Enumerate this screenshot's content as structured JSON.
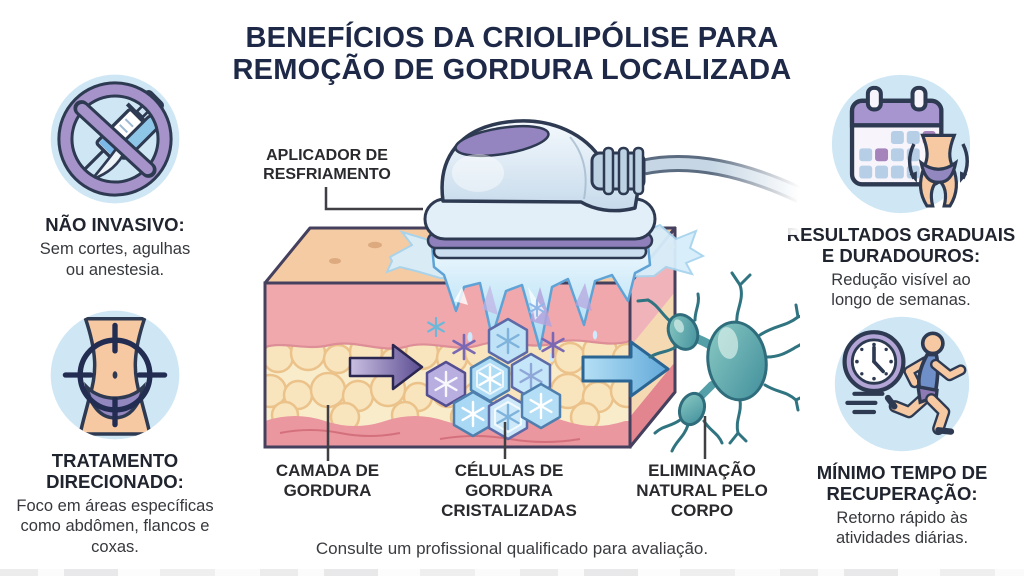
{
  "title": "BENEFÍCIOS DA CRIOLIPÓLISE PARA\nREMOÇÃO DE GORDURA LOCALIZADA",
  "benefits": [
    {
      "heading": "NÃO INVASIVO:",
      "body": "Sem cortes, agulhas\nou anestesia.",
      "icon": "no-needles-scalpel-icon"
    },
    {
      "heading": "TRATAMENTO\nDIRECIONADO:",
      "body": "Foco em áreas específicas\ncomo abdômen, flancos e\ncoxas.",
      "icon": "target-abdomen-icon"
    },
    {
      "heading": "RESULTADOS GRADUAIS\nE DURADOUROS:",
      "body": "Redução visível ao\nlongo de semanas.",
      "icon": "calendar-progress-icon"
    },
    {
      "heading": "MÍNIMO TEMPO DE\nRECUPERAÇÃO:",
      "body": "Retorno rápido às\natividades diárias.",
      "icon": "clock-runner-icon"
    }
  ],
  "diagram": {
    "applicator_label": "APLICADOR DE\nRESFRIAMENTO",
    "fat_layer_label": "CAMADA DE\nGORDURA",
    "crystallized_label": "CÉLULAS DE\nGORDURA\nCRISTALIZADAS",
    "elimination_label": "ELIMINAÇÃO\nNATURAL PELO\nCORPO"
  },
  "footer_note": "Consulte um profissional qualificado para avaliação.",
  "colors": {
    "title_navy": "#1e2847",
    "icon_circle_bg": "#cfe7f5",
    "accent_purple": "#9d8cc5",
    "ice_blue": "#bfe0f4",
    "skin_peach": "#f3c9a1",
    "fat_cream": "#f7e3ba",
    "dermis_pink": "#f1a8ad",
    "cell_teal": "#57a4ab"
  }
}
